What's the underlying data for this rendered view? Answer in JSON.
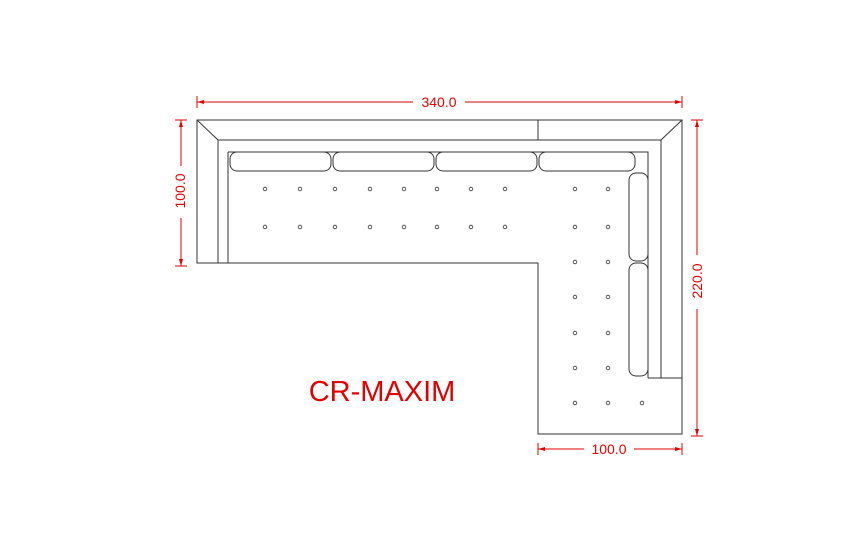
{
  "model_label": "CR-MAXIM",
  "dimensions": {
    "overall_width": "340.0",
    "left_depth": "100.0",
    "right_length": "220.0",
    "chaise_width": "100.0"
  },
  "colors": {
    "dimension": "#e00000",
    "outline": "#333333"
  }
}
